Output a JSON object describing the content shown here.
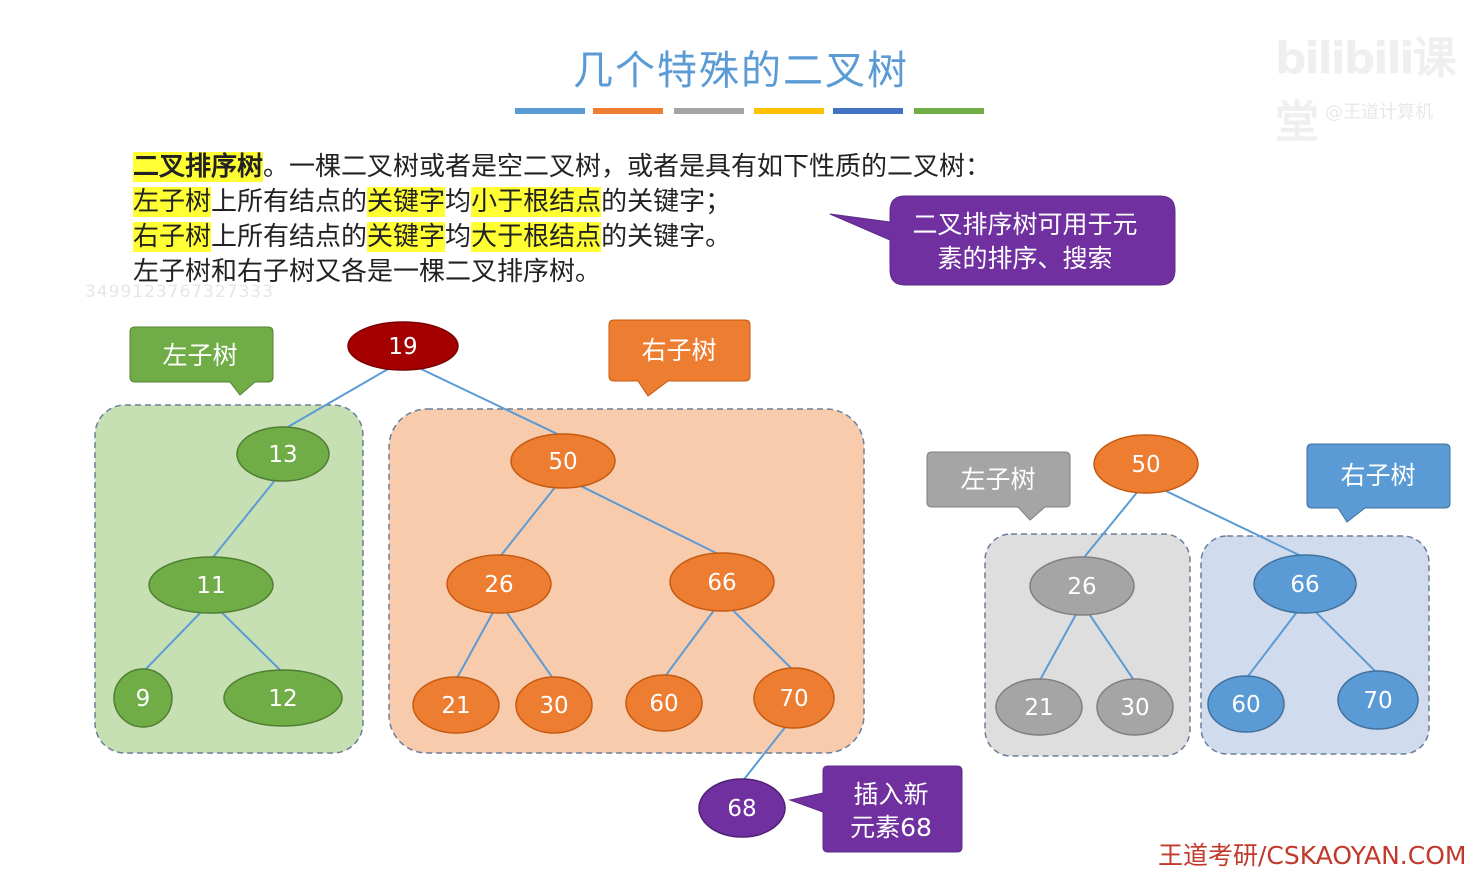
{
  "title": "几个特殊的二叉树",
  "color_bars": [
    "#5b9bd5",
    "#ed7d31",
    "#a5a5a5",
    "#ffc000",
    "#4472c4",
    "#70ad47"
  ],
  "definition": {
    "term": "二叉排序树",
    "intro": "。一棵二叉树或者是空二叉树，或者是具有如下性质的二叉树：",
    "rule_left": [
      "左子树",
      "上所有结点的",
      "关键字",
      "均",
      "小于根结点",
      "的关键字；"
    ],
    "rule_right": [
      "右子树",
      "上所有结点的",
      "关键字",
      "均",
      "大于根结点",
      "的关键字。"
    ],
    "rule_sub": "左子树和右子树又各是一棵二叉排序树。"
  },
  "watermark": {
    "id_text": "3499123767327333",
    "logo": "bilibili课堂",
    "logo_sub": "@王道计算机"
  },
  "callouts": {
    "usage": [
      "二叉排序树可用于元",
      "素的排序、搜索"
    ],
    "left_subtree": "左子树",
    "right_subtree": "右子树",
    "left_subtree_small": "左子树",
    "right_subtree_small": "右子树",
    "insert": [
      "插入新",
      "元素68"
    ]
  },
  "colors": {
    "green": "#70ad47",
    "orange": "#ed7d31",
    "red": "#a50000",
    "gray": "#a5a5a5",
    "blue": "#5b9bd5",
    "purple": "#7030a0",
    "edge": "#5b9bd5"
  },
  "main_tree": {
    "nodes": [
      {
        "id": "19",
        "label": "19",
        "color": "red"
      },
      {
        "id": "13",
        "label": "13",
        "color": "green"
      },
      {
        "id": "11",
        "label": "11",
        "color": "green"
      },
      {
        "id": "9",
        "label": "9",
        "color": "green"
      },
      {
        "id": "12",
        "label": "12",
        "color": "green"
      },
      {
        "id": "50",
        "label": "50",
        "color": "orange"
      },
      {
        "id": "26",
        "label": "26",
        "color": "orange"
      },
      {
        "id": "66",
        "label": "66",
        "color": "orange"
      },
      {
        "id": "21",
        "label": "21",
        "color": "orange"
      },
      {
        "id": "30",
        "label": "30",
        "color": "orange"
      },
      {
        "id": "60",
        "label": "60",
        "color": "orange"
      },
      {
        "id": "70",
        "label": "70",
        "color": "orange"
      },
      {
        "id": "68",
        "label": "68",
        "color": "purple"
      }
    ],
    "edges": [
      [
        "19",
        "13"
      ],
      [
        "19",
        "50"
      ],
      [
        "13",
        "11"
      ],
      [
        "11",
        "9"
      ],
      [
        "11",
        "12"
      ],
      [
        "50",
        "26"
      ],
      [
        "50",
        "66"
      ],
      [
        "26",
        "21"
      ],
      [
        "26",
        "30"
      ],
      [
        "66",
        "60"
      ],
      [
        "66",
        "70"
      ],
      [
        "70",
        "68"
      ]
    ]
  },
  "sub_tree": {
    "nodes": [
      {
        "id": "s50",
        "label": "50",
        "color": "orange"
      },
      {
        "id": "s26",
        "label": "26",
        "color": "gray"
      },
      {
        "id": "s66",
        "label": "66",
        "color": "blue"
      },
      {
        "id": "s21",
        "label": "21",
        "color": "gray"
      },
      {
        "id": "s30",
        "label": "30",
        "color": "gray"
      },
      {
        "id": "s60",
        "label": "60",
        "color": "blue"
      },
      {
        "id": "s70",
        "label": "70",
        "color": "blue"
      }
    ],
    "edges": [
      [
        "s50",
        "s26"
      ],
      [
        "s50",
        "s66"
      ],
      [
        "s26",
        "s21"
      ],
      [
        "s26",
        "s30"
      ],
      [
        "s66",
        "s60"
      ],
      [
        "s66",
        "s70"
      ]
    ]
  },
  "footer": "王道考研/CSKAOYAN.COM"
}
